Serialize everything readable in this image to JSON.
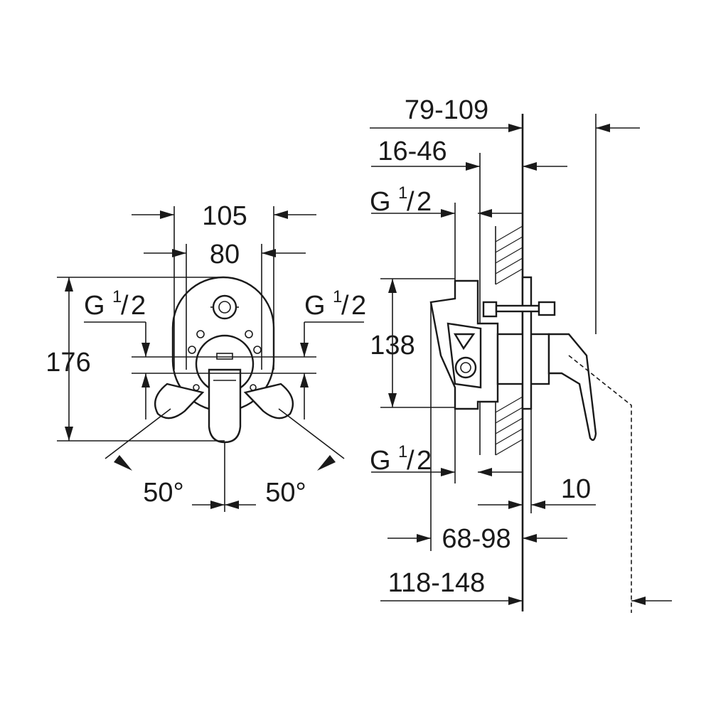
{
  "front_view": {
    "dim_width_outer": "105",
    "dim_width_inner": "80",
    "dim_height": "176",
    "connection_left": {
      "base": "G",
      "num": "1",
      "den": "2"
    },
    "connection_right": {
      "base": "G",
      "num": "1",
      "den": "2"
    },
    "angle_left": "50°",
    "angle_right": "50°"
  },
  "side_view": {
    "dim_total_depth": "79-109",
    "dim_wall_depth": "16-46",
    "connection_top": {
      "base": "G",
      "num": "1",
      "den": "2"
    },
    "dim_height": "138",
    "connection_bottom": {
      "base": "G",
      "num": "1",
      "den": "2"
    },
    "dim_plate": "10",
    "dim_body_depth": "68-98",
    "dim_overall_depth": "118-148"
  }
}
